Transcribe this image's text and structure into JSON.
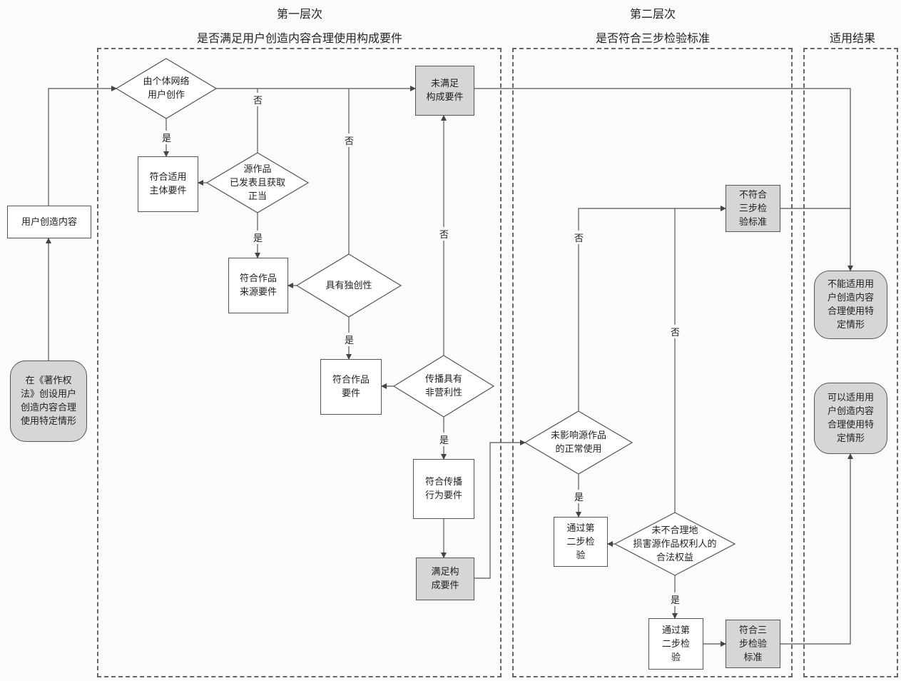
{
  "headers": {
    "layer1_title": "第一层次",
    "layer1_subtitle": "是否满足用户创造内容合理使用构成要件",
    "layer2_title": "第二层次",
    "layer2_subtitle": "是否符合三步检验标准",
    "result_title": "适用结果"
  },
  "nodes": {
    "start_oval": "在《著作权\n法》创设用户\n创造内容合理\n使用特定情形",
    "ugc_box": "用户创造内容",
    "d_individual": "由个体网络\n用户创作",
    "b_subject": "符合适用\n主体要件",
    "d_source": "源作品\n已发表且获取\n正当",
    "b_source": "符合作品\n来源要件",
    "d_original": "具有独创性",
    "b_work": "符合作品\n要件",
    "d_noncommercial": "传播具有\n非营利性",
    "b_dissem": "符合传播\n行为要件",
    "b_meets": "满足构\n成要件",
    "b_not_meet": "未满足\n构成要件",
    "d_normal_use": "未影响源作品\n的正常使用",
    "b_pass_step2a": "通过第\n二步检\n验",
    "d_no_harm": "未不合理地\n损害源作品权利人的\n合法权益",
    "b_pass_step2b": "通过第\n二步检\n验",
    "b_three_step_ok": "符合三\n步检验\n标准",
    "b_three_step_fail": "不符合\n三步检\n验标准",
    "r_not_apply": "不能适用用\n户创造内容\n合理使用特\n定情形",
    "r_apply": "可以适用用\n户创造内容\n合理使用特\n定情形"
  },
  "edge_labels": {
    "yes": "是",
    "no": "否"
  }
}
